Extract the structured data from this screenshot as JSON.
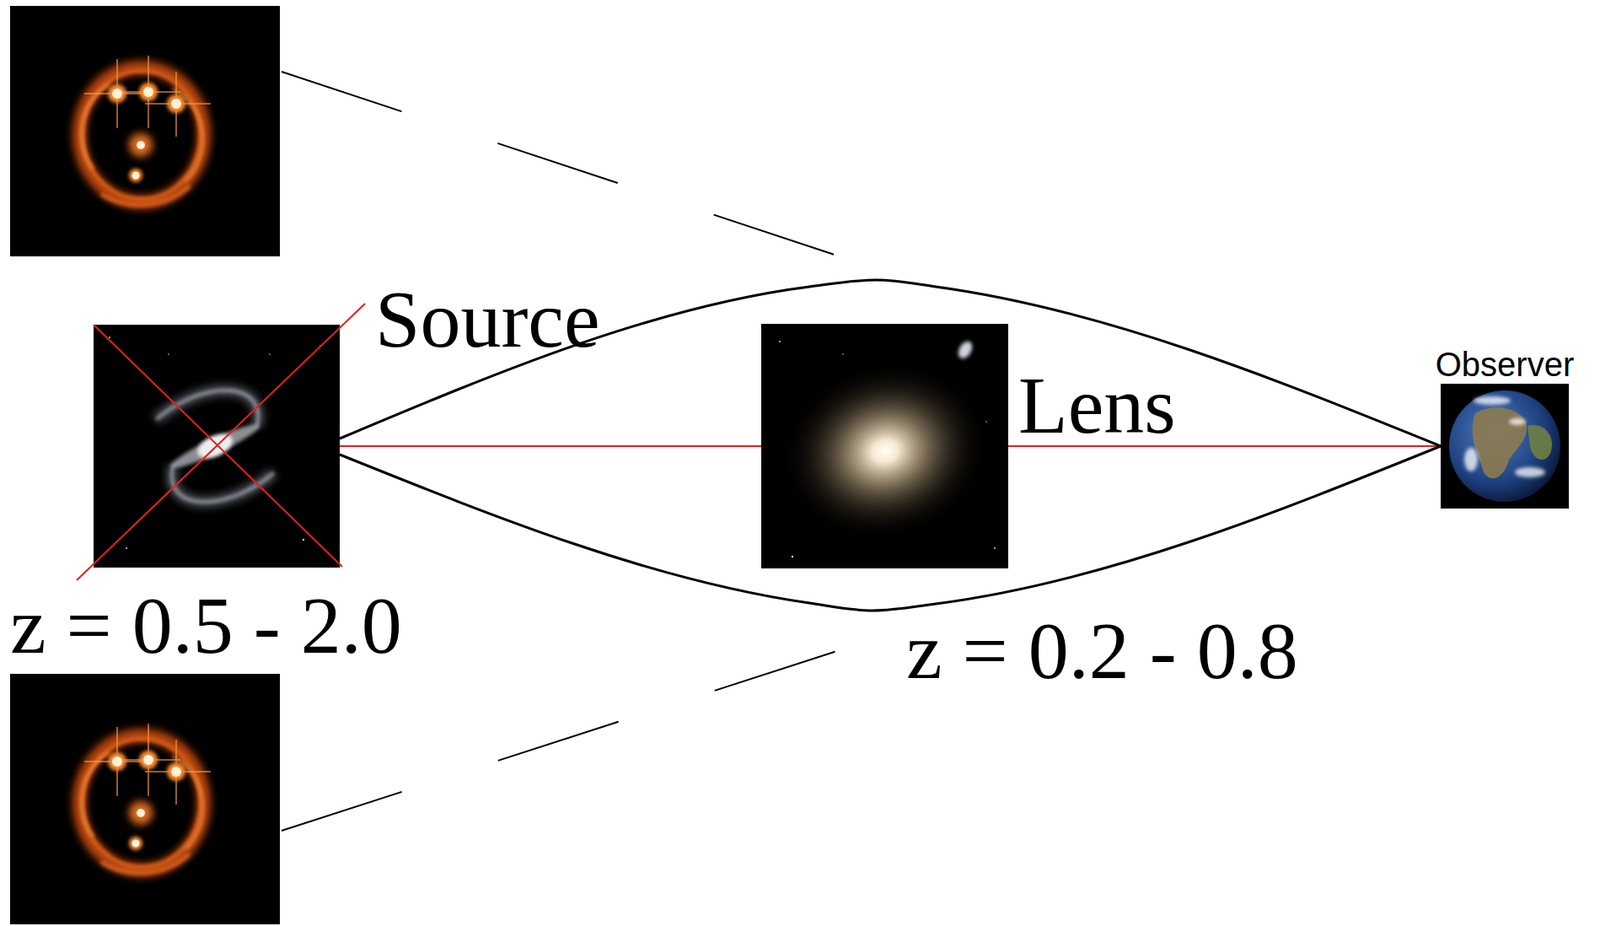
{
  "diagram": {
    "nodes": [
      {
        "text": [
          "Source",
          "z = 0.5 - 2.0"
        ]
      },
      {
        "text": [
          "Lens",
          "z = 0.2 - 0.8"
        ]
      },
      {
        "text": [
          "Observer"
        ]
      }
    ],
    "edges": [
      {
        "from": 0,
        "to": 1,
        "arrow": "none"
      },
      {
        "from": 1,
        "to": 2,
        "arrow": "none"
      },
      {
        "from": 0,
        "to": 2,
        "arrow": "none"
      },
      {
        "from": 0,
        "to": 2,
        "arrow": "none"
      }
    ]
  }
}
